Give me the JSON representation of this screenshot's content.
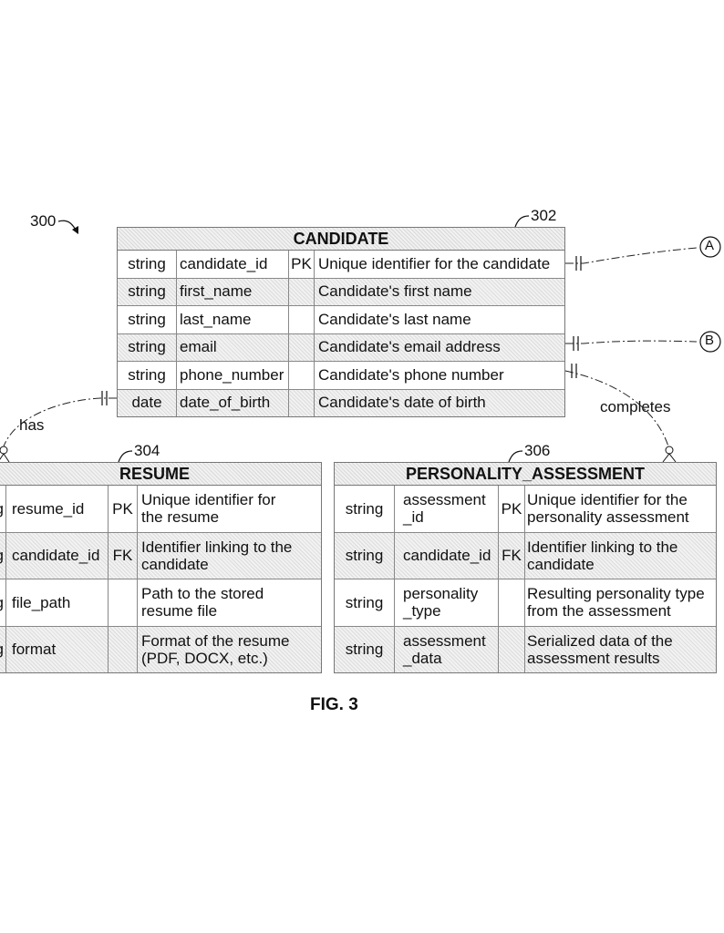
{
  "figure": {
    "ref_number": "300",
    "caption": "FIG. 3"
  },
  "entities": {
    "candidate": {
      "ref": "302",
      "title": "CANDIDATE",
      "rows": [
        {
          "type": "string",
          "name": "candidate_id",
          "key": "PK",
          "desc": "Unique identifier for the candidate"
        },
        {
          "type": "string",
          "name": "first_name",
          "key": "",
          "desc": "Candidate's first name"
        },
        {
          "type": "string",
          "name": "last_name",
          "key": "",
          "desc": "Candidate's last name"
        },
        {
          "type": "string",
          "name": "email",
          "key": "",
          "desc": "Candidate's email address"
        },
        {
          "type": "string",
          "name": "phone_number",
          "key": "",
          "desc": "Candidate's phone number"
        },
        {
          "type": "date",
          "name": "date_of_birth",
          "key": "",
          "desc": "Candidate's date of birth"
        }
      ]
    },
    "resume": {
      "ref": "304",
      "title": "RESUME",
      "rows": [
        {
          "type": "g",
          "name": "resume_id",
          "key": "PK",
          "desc_line1": "Unique identifier for",
          "desc_line2": "the resume"
        },
        {
          "type": "g",
          "name": "candidate_id",
          "key": "FK",
          "desc_line1": "Identifier linking to the",
          "desc_line2": "candidate"
        },
        {
          "type": "g",
          "name": "file_path",
          "key": "",
          "desc_line1": "Path to the stored",
          "desc_line2": "resume file"
        },
        {
          "type": "g",
          "name": "format",
          "key": "",
          "desc_line1": "Format of the resume",
          "desc_line2": "(PDF, DOCX, etc.)"
        }
      ]
    },
    "personality_assessment": {
      "ref": "306",
      "title": "PERSONALITY_ASSESSMENT",
      "rows": [
        {
          "type": "string",
          "name_line1": "assessment",
          "name_line2": "_id",
          "key": "PK",
          "desc_line1": "Unique identifier for the",
          "desc_line2": "personality assessment"
        },
        {
          "type": "string",
          "name_line1": "candidate_id",
          "name_line2": "",
          "key": "FK",
          "desc_line1": "Identifier linking to the",
          "desc_line2": "candidate"
        },
        {
          "type": "string",
          "name_line1": "personality",
          "name_line2": "_type",
          "key": "",
          "desc_line1": "Resulting personality type",
          "desc_line2": "from the assessment"
        },
        {
          "type": "string",
          "name_line1": "assessment",
          "name_line2": "_data",
          "key": "",
          "desc_line1": "Serialized data of the",
          "desc_line2": "assessment results"
        }
      ]
    }
  },
  "relationships": {
    "has": "has",
    "completes": "completes"
  },
  "connectors": {
    "a": "A",
    "b": "B"
  }
}
